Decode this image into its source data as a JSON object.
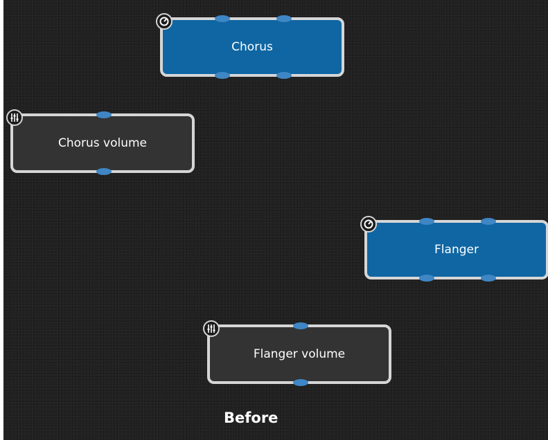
{
  "canvas": {
    "background": "#212121"
  },
  "nodes": [
    {
      "id": "chorus",
      "label": "Chorus",
      "kind": "effect",
      "icon": "knob-icon"
    },
    {
      "id": "chorus-volume",
      "label": "Chorus volume",
      "kind": "volume",
      "icon": "mixer-sliders-icon"
    },
    {
      "id": "flanger",
      "label": "Flanger",
      "kind": "effect",
      "icon": "knob-icon"
    },
    {
      "id": "flanger-volume",
      "label": "Flanger volume",
      "kind": "volume",
      "icon": "mixer-sliders-icon"
    }
  ],
  "caption": "Before",
  "colors": {
    "effect_node": "#0f66a3",
    "volume_node": "#333333",
    "border": "#d6d6d6",
    "port": "#3f86c5"
  }
}
